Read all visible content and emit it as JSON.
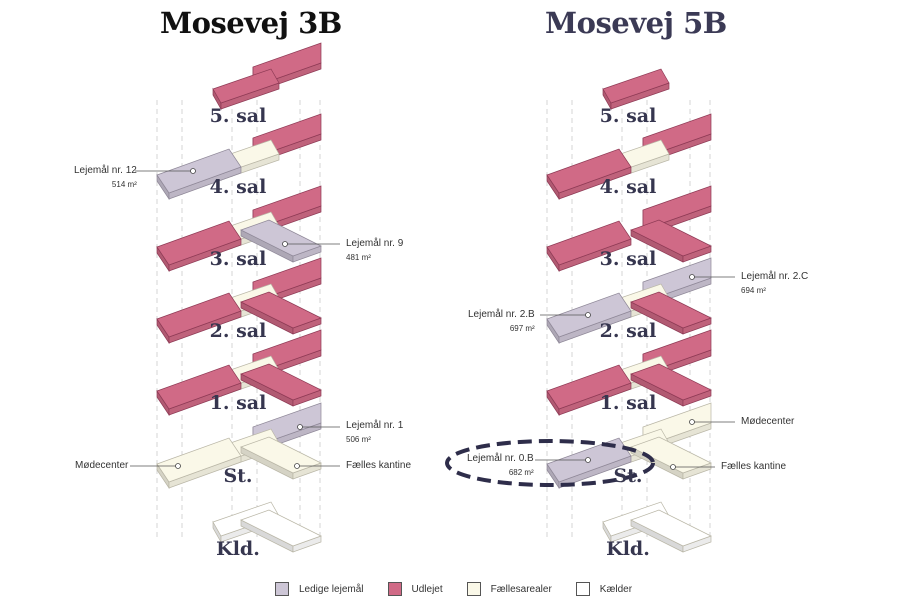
{
  "buildings": [
    {
      "title": "Mosevej 3B",
      "floors": [
        {
          "label": "5. sal",
          "parts": {
            "C": "rented",
            "RB": "rented"
          }
        },
        {
          "label": "4. sal",
          "parts": {
            "L": "vacant",
            "C": "common",
            "RB": "rented"
          }
        },
        {
          "label": "3. sal",
          "parts": {
            "L": "rented",
            "C": "common",
            "RB": "rented",
            "RF": "vacant"
          }
        },
        {
          "label": "2. sal",
          "parts": {
            "L": "rented",
            "C": "common",
            "RB": "rented",
            "RF": "rented"
          }
        },
        {
          "label": "1. sal",
          "parts": {
            "L": "rented",
            "C": "common",
            "RB": "rented",
            "RF": "rented"
          }
        },
        {
          "label": "St.",
          "parts": {
            "L": "common",
            "C": "common",
            "RB": "vacant",
            "RF": "common"
          }
        },
        {
          "label": "Kld.",
          "parts": {
            "C": "basement",
            "RF": "basement"
          }
        }
      ],
      "callouts": [
        {
          "name": "Lejemål nr. 12",
          "area": "514 m²"
        },
        {
          "name": "Lejemål nr. 9",
          "area": "481 m²"
        },
        {
          "name": "Lejemål nr. 1",
          "area": "506 m²"
        },
        {
          "name": "Mødecenter"
        },
        {
          "name": "Fælles kantine"
        }
      ]
    },
    {
      "title": "Mosevej 5B",
      "floors": [
        {
          "label": "5. sal",
          "parts": {
            "C": "rented"
          }
        },
        {
          "label": "4. sal",
          "parts": {
            "L": "rented",
            "C": "common",
            "RB": "rented"
          }
        },
        {
          "label": "3. sal",
          "parts": {
            "L": "rented",
            "RB": "rented",
            "RF": "rented"
          }
        },
        {
          "label": "2. sal",
          "parts": {
            "L": "vacant",
            "C": "common",
            "RB": "vacant",
            "RF": "rented"
          }
        },
        {
          "label": "1. sal",
          "parts": {
            "L": "rented",
            "C": "common",
            "RB": "rented",
            "RF": "rented"
          }
        },
        {
          "label": "St.",
          "parts": {
            "L": "vacant",
            "C": "common",
            "RB": "common",
            "RF": "common"
          }
        },
        {
          "label": "Kld.",
          "parts": {
            "C": "basement",
            "RF": "basement"
          }
        }
      ],
      "callouts": [
        {
          "name": "Lejemål nr. 2.C",
          "area": "694 m²"
        },
        {
          "name": "Lejemål nr. 2.B",
          "area": "697 m²"
        },
        {
          "name": "Mødecenter"
        },
        {
          "name": "Lejemål nr. 0.B",
          "area": "682 m²"
        },
        {
          "name": "Fælles kantine"
        }
      ]
    }
  ],
  "legend": [
    {
      "key": "vacant",
      "label": "Ledige lejemål",
      "color": "#cdc6d6"
    },
    {
      "key": "rented",
      "label": "Udlejet",
      "color": "#d06a86"
    },
    {
      "key": "common",
      "label": "Fællesarealer",
      "color": "#faf8e8"
    },
    {
      "key": "basement",
      "label": "Kælder",
      "color": "#ffffff"
    }
  ]
}
